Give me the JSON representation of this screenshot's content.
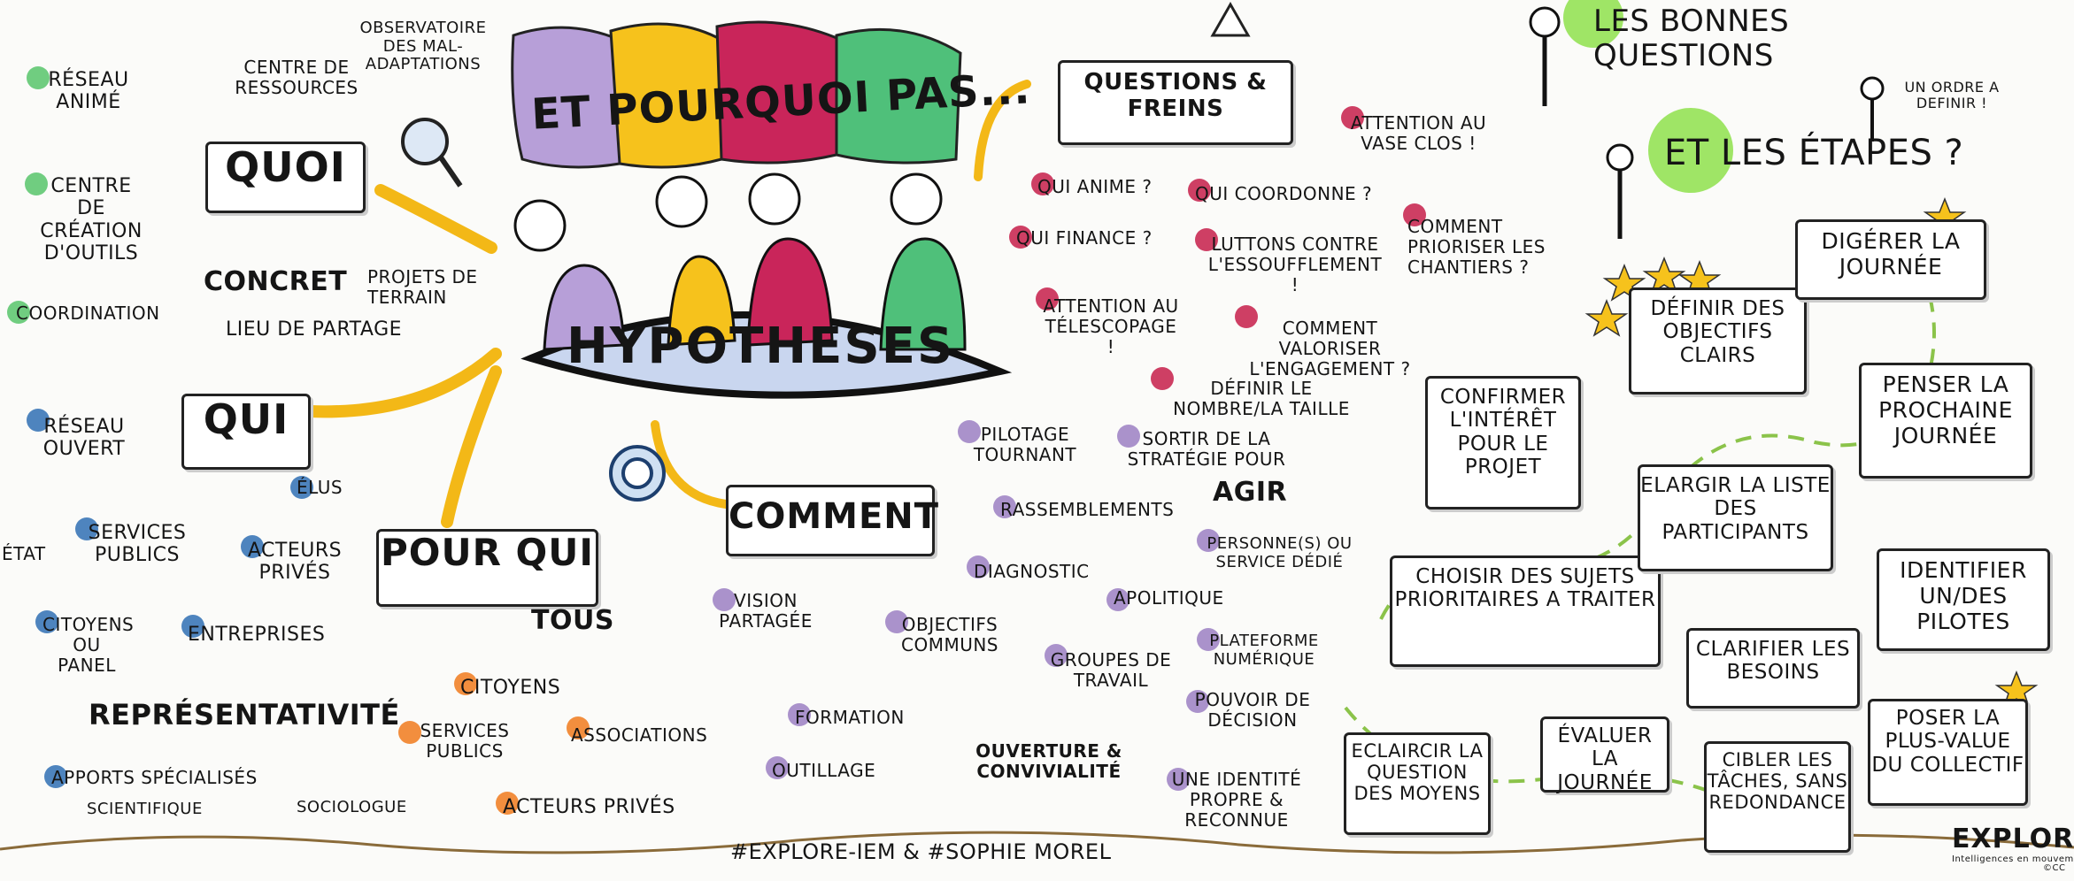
{
  "header": {
    "title": "ET POURQUOI PAS...",
    "questions_freins": "QUESTIONS & FREINS",
    "bonnes_questions": "LES BONNES QUESTIONS",
    "etapes": "ET LES ÉTAPES ?",
    "ordre_bubble": "UN ORDRE A DEFINIR !"
  },
  "center": {
    "hypotheses": "HYPOTHESES"
  },
  "quoi": {
    "label": "QUOI",
    "concret": "CONCRET",
    "projets_terrain": "PROJETS DE TERRAIN",
    "lieu_partage": "LIEU DE PARTAGE",
    "observatoire": "OBSERVATOIRE DES MAL-ADAPTATIONS",
    "centre_ressources": "CENTRE DE RESSOURCES",
    "reseau_anime": "RÉSEAU ANIMÉ",
    "centre_outils": "CENTRE DE CRÉATION D'OUTILS",
    "coordination": "COORDINATION"
  },
  "qui": {
    "label": "QUI",
    "elus": "ÉLUS",
    "reseau_ouvert": "RÉSEAU OUVERT",
    "etat": "ÉTAT",
    "services_publics": "SERVICES PUBLICS",
    "acteurs_prives": "ACTEURS PRIVÉS",
    "citoyens_panel": "CITOYENS OU PANEL",
    "entreprises": "ENTREPRISES",
    "representativite": "REPRÉSENTATIVITÉ",
    "apports": "APPORTS SPÉCIALISÉS",
    "scientifique": "SCIENTIFIQUE",
    "sociologue": "SOCIOLOGUE"
  },
  "pourqui": {
    "label": "POUR QUI",
    "tous": "TOUS",
    "citoyens": "CITOYENS",
    "services_publics": "SERVICES PUBLICS",
    "associations": "ASSOCIATIONS",
    "acteurs_prives": "ACTEURS PRIVÉS"
  },
  "comment": {
    "label": "COMMENT",
    "vision": "VISION PARTAGÉE",
    "objectifs": "OBJECTIFS COMMUNS",
    "formation": "FORMATION",
    "outillage": "OUTILLAGE",
    "pilotage": "PILOTAGE TOURNANT",
    "rassemblements": "RASSEMBLEMENTS",
    "diagnostic": "DIAGNOSTIC",
    "groupes": "GROUPES DE TRAVAIL",
    "apolitique": "APOLITIQUE",
    "sortir": "SORTIR DE LA STRATÉGIE POUR",
    "agir": "AGIR",
    "personnes": "PERSONNE(S) OU SERVICE DÉDIÉ",
    "plateforme": "PLATEFORME NUMÉRIQUE",
    "pouvoir": "POUVOIR DE DÉCISION",
    "identite": "UNE IDENTITÉ PROPRE & RECONNUE",
    "ouverture": "OUVERTURE & CONVIVIALITÉ"
  },
  "questions": {
    "qui_anime": "QUI ANIME ?",
    "qui_coordonne": "QUI COORDONNE ?",
    "qui_finance": "QUI FINANCE ?",
    "luttons": "LUTTONS CONTRE L'ESSOUFFLEMENT !",
    "attention_vase": "ATTENTION AU VASE CLOS !",
    "comment_prioriser": "COMMENT PRIORISER LES CHANTIERS ?",
    "attention_telescopage": "ATTENTION AU TÉLESCOPAGE !",
    "comment_valoriser": "COMMENT VALORISER L'ENGAGEMENT ?",
    "definir_nombre": "DÉFINIR LE NOMBRE/LA TAILLE"
  },
  "steps": {
    "confirmer": "CONFIRMER L'INTÉRÊT POUR LE PROJET",
    "choisir": "CHOISIR DES SUJETS PRIORITAIRES A TRAITER",
    "eclaircir": "ECLAIRCIR LA QUESTION DES MOYENS",
    "evaluer": "ÉVALUER LA JOURNÉE",
    "definir_objectifs": "DÉFINIR DES OBJECTIFS CLAIRS",
    "elargir": "ELARGIR LA LISTE DES PARTICIPANTS",
    "clarifier": "CLARIFIER LES BESOINS",
    "cibler": "CIBLER LES TÂCHES, SANS REDONDANCE",
    "digerer": "DIGÉRER LA JOURNÉE",
    "penser": "PENSER LA PROCHAINE JOURNÉE",
    "identifier": "IDENTIFIER UN/DES PILOTES",
    "poser": "POSER LA PLUS-VALUE DU COLLECTIF"
  },
  "footer": {
    "credits": "#EXPLORE-IEM & #SOPHIE MOREL",
    "logo": "EXPLORE",
    "logo_tagline": "Intelligences en mouvement",
    "cc": "©CC"
  }
}
